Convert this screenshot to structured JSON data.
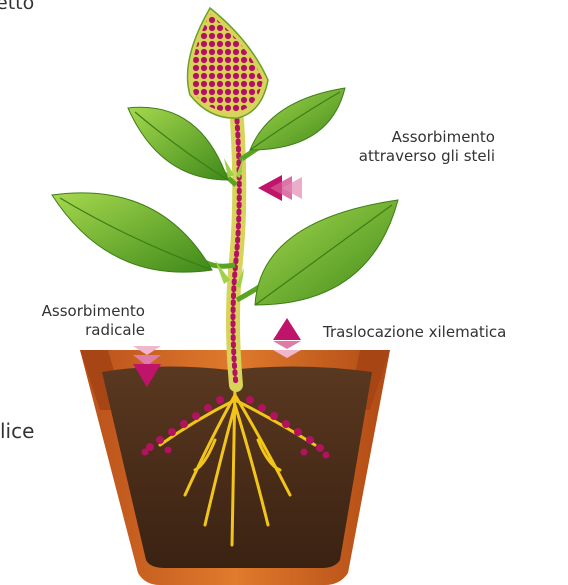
{
  "labels": {
    "top_left_cut": "etto",
    "stem_absorption_line1": "Assorbimento",
    "stem_absorption_line2": "attraverso gli steli",
    "root_absorption_line1": "Assorbimento",
    "root_absorption_line2": "radicale",
    "xylem_translocation": "Traslocazione xilematica",
    "left_cut": "lice"
  },
  "colors": {
    "leaf_dark": "#4f9a1f",
    "leaf_light": "#9fd24a",
    "arrow_magenta": "#c0146b",
    "dots_magenta": "#b3125f",
    "stem_yellow": "#d8d35a",
    "roots_yellow": "#f2c618",
    "pot_orange": "#c4561a",
    "soil_brown": "#4a2b18"
  },
  "icons": {
    "arrow_stems": "arrow-left-icon",
    "arrow_root": "arrow-down-icon",
    "arrow_xylem": "arrow-up-icon"
  }
}
